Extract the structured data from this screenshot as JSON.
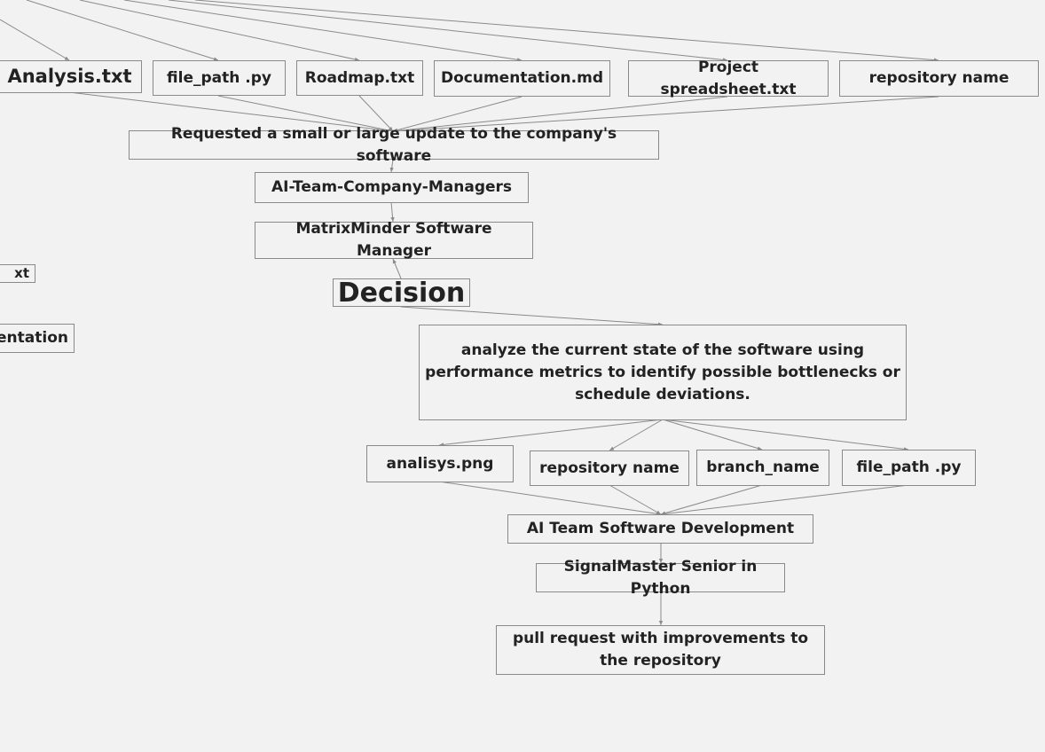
{
  "nodes": {
    "analysis_txt": "Analysis.txt",
    "file_path_py_top": "file_path .py",
    "roadmap": "Roadmap.txt",
    "documentation_md": "Documentation.md",
    "project_spreadsheet": "Project spreadsheet.txt",
    "repository_name_top": "repository name",
    "requested_update": "Requested a small or large update to the company's software",
    "ai_team_managers": "AI-Team-Company-Managers",
    "matrixminder": "MatrixMinder Software Manager",
    "decision": "Decision",
    "partial_txt": "xt",
    "partial_documentation": "entation",
    "analyze_state": "analyze the current state of the software using performance metrics to identify possible bottlenecks or schedule deviations.",
    "analisys_png": "analisys.png",
    "repository_name_bottom": "repository name",
    "branch_name": "branch_name",
    "file_path_py_bottom": "file_path .py",
    "ai_team_dev": "AI Team Software Development",
    "signalmaster": "SignalMaster Senior in Python",
    "pull_request": "pull request with improvements to the repository"
  },
  "colors": {
    "background": "#f2f2f2",
    "border": "#8a8a8a",
    "edge": "#8a8a8a"
  }
}
